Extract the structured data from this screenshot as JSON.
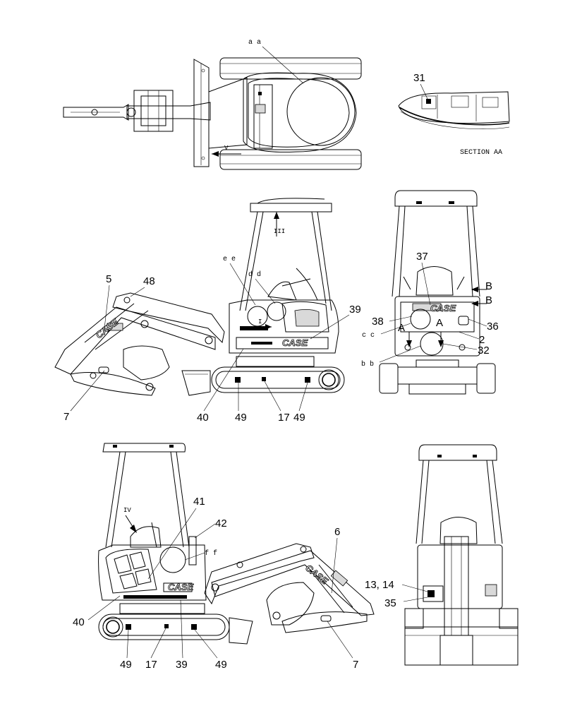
{
  "diagram": {
    "top_view": {
      "labels": {
        "aa": "a a",
        "arrow_v": "V"
      }
    },
    "section": {
      "title": "SECTION AA",
      "labels": {
        "n31": "31"
      }
    },
    "left_side_view": {
      "labels": {
        "n5": "5",
        "n48": "48",
        "ee": "e e",
        "dd": "d d",
        "iii": "III",
        "i": "I",
        "n39": "39",
        "n7": "7",
        "n40": "40",
        "n49a": "49",
        "n17": "17",
        "n49b": "49"
      }
    },
    "rear_view": {
      "labels": {
        "n37": "37",
        "B1": "B",
        "B2": "B",
        "n38": "38",
        "cc": "c c",
        "A1": "A",
        "A2": "A",
        "n36": "36",
        "n2": "2",
        "n32": "32",
        "bb": "b b"
      }
    },
    "right_side_view": {
      "labels": {
        "iv": "IV",
        "n41": "41",
        "n42": "42",
        "ff": "f f",
        "n6": "6",
        "n40": "40",
        "n49a": "49",
        "n17": "17",
        "n39": "39",
        "n49b": "49",
        "n7": "7"
      }
    },
    "front_view": {
      "labels": {
        "n13_14": "13, 14",
        "n35": "35"
      }
    },
    "brand_text": "CASE"
  }
}
